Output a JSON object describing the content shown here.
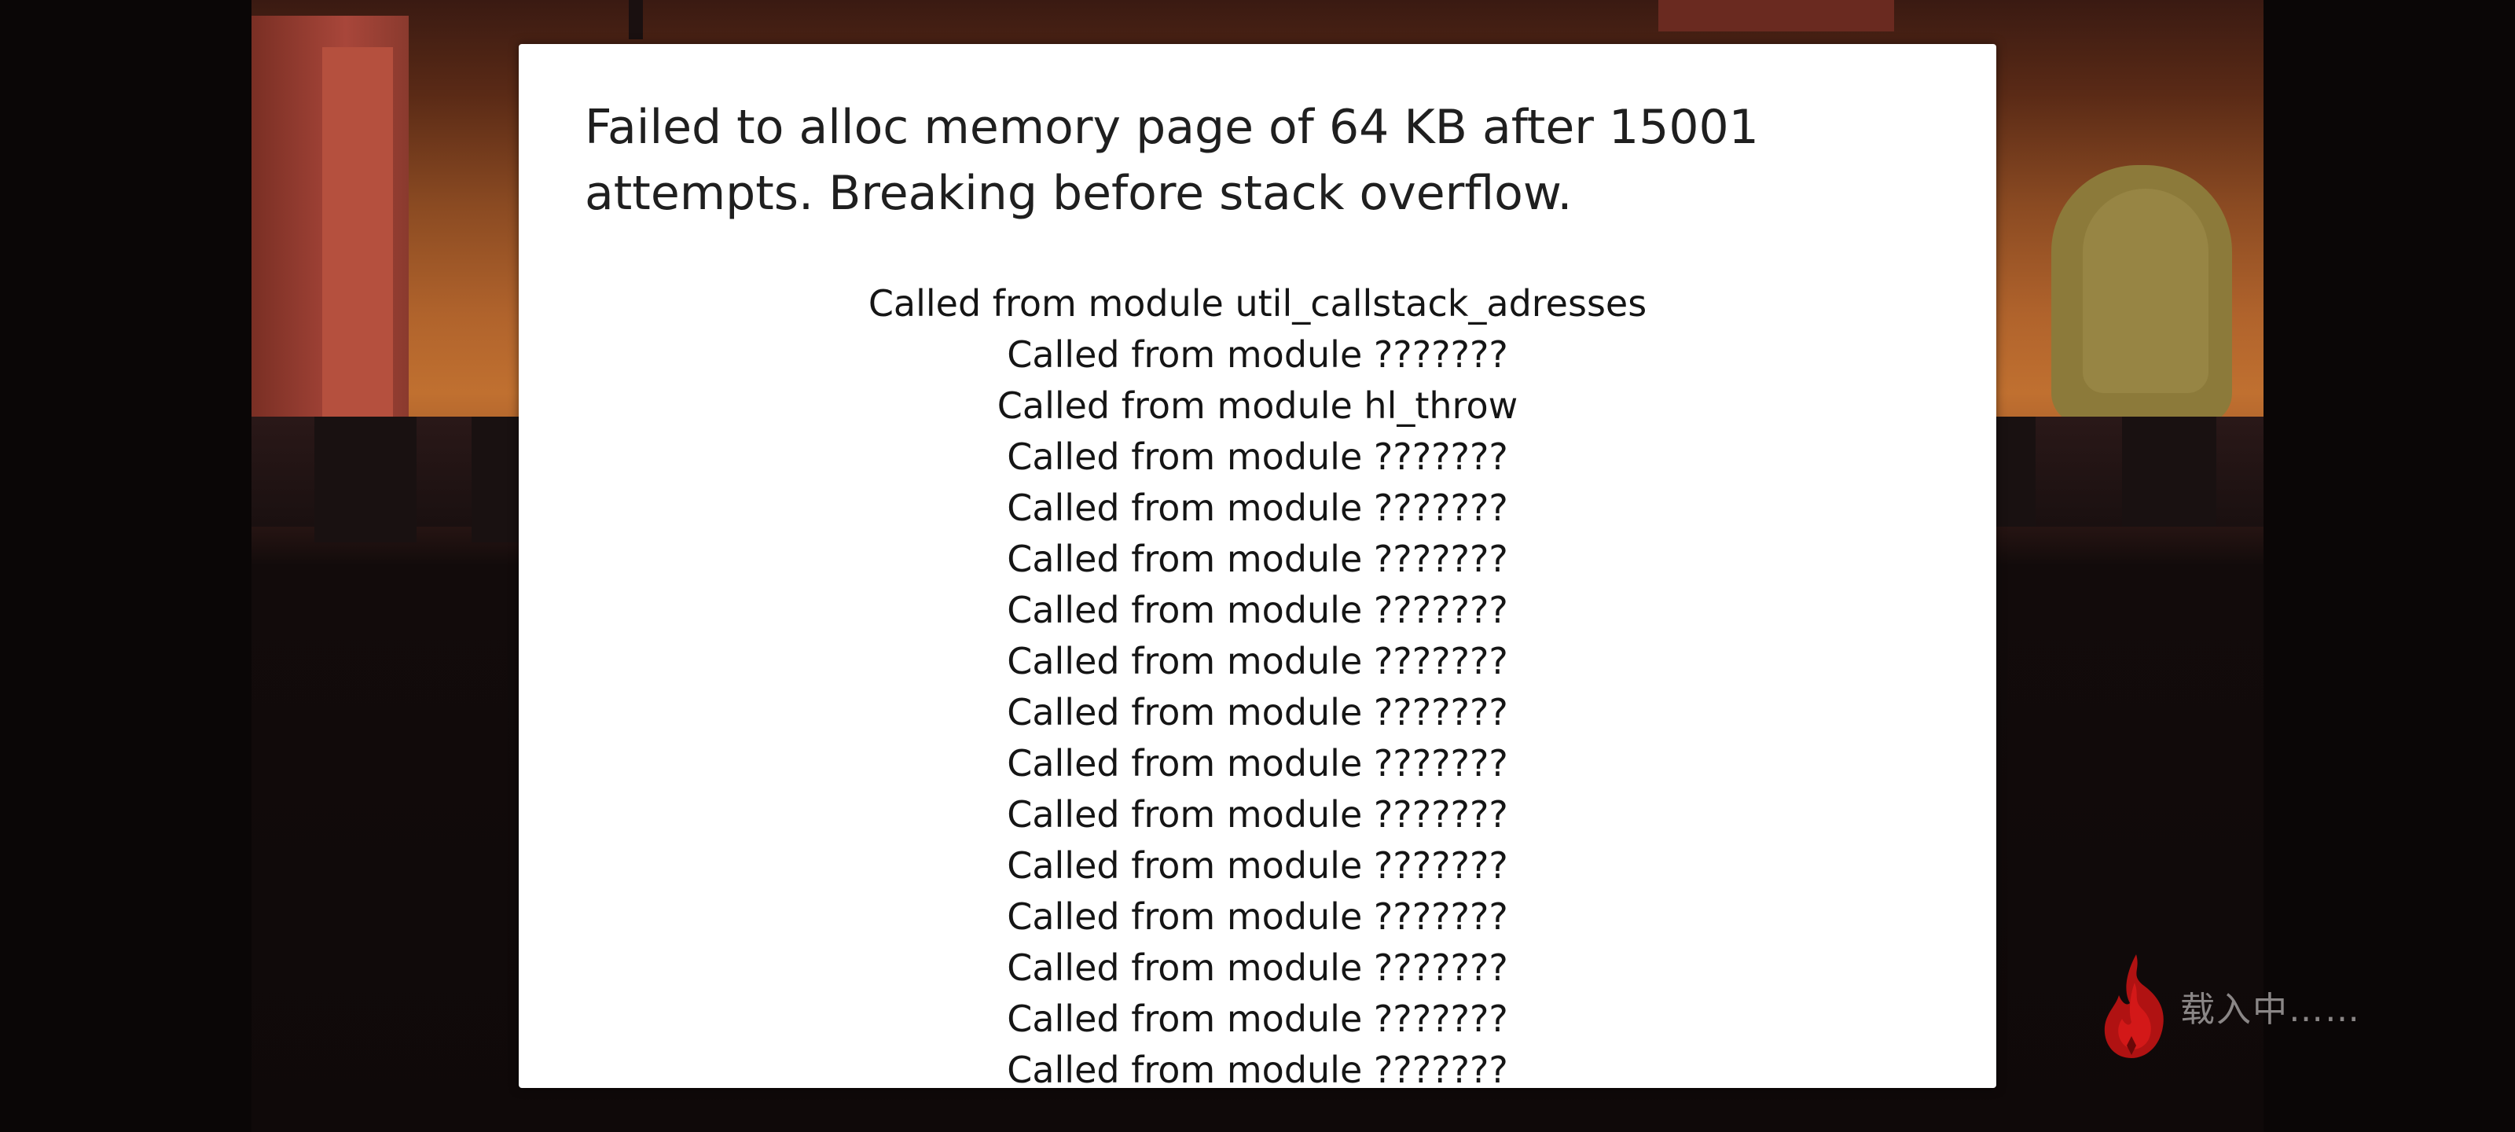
{
  "dialog": {
    "title": "Failed to alloc memory page of 64 KB after 15001 attempts. Breaking before stack overflow.",
    "callstack": [
      "Called from module util_callstack_adresses",
      "Called from module ???????",
      "Called from module hl_throw",
      "Called from module ???????",
      "Called from module ???????",
      "Called from module ???????",
      "Called from module ???????",
      "Called from module ???????",
      "Called from module ???????",
      "Called from module ???????",
      "Called from module ???????",
      "Called from module ???????",
      "Called from module ???????",
      "Called from module ???????",
      "Called from module ???????",
      "Called from module ???????"
    ]
  },
  "loading": {
    "text": "载入中……",
    "icon": "flame-icon",
    "icon_color": "#c81414"
  },
  "colors": {
    "dialog_background": "#ffffff",
    "title_text": "#1f1f1f",
    "body_text": "#151515",
    "loading_text": "#8a8686"
  }
}
